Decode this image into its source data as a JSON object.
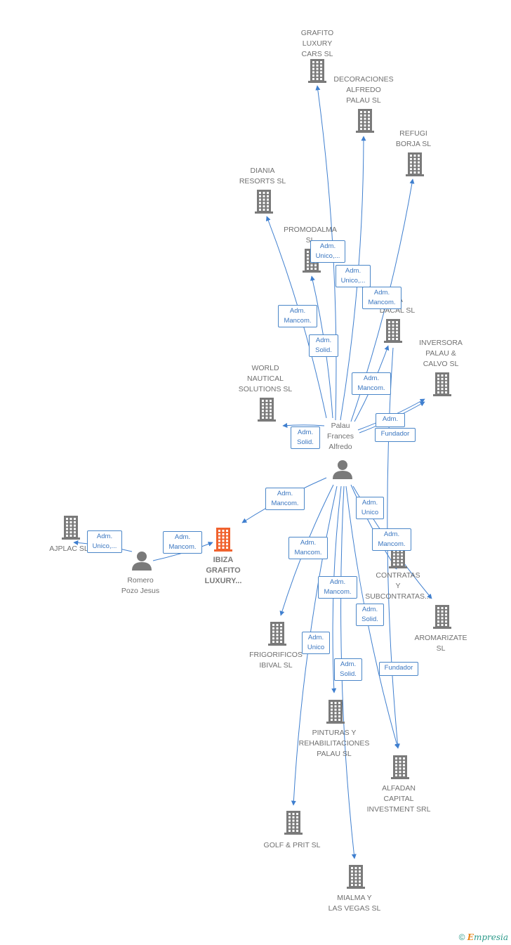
{
  "nodes": [
    {
      "id": "grafito",
      "label": "GRAFITO\nLUXURY\nCARS  SL",
      "type": "company"
    },
    {
      "id": "decoraciones",
      "label": "DECORACIONES\nALFREDO\nPALAU SL",
      "type": "company"
    },
    {
      "id": "refugi",
      "label": "REFUGI\nBORJA  SL",
      "type": "company"
    },
    {
      "id": "diania",
      "label": "DIANIA\nRESORTS  SL",
      "type": "company"
    },
    {
      "id": "promodalma",
      "label": "PROMODALMA\nSL",
      "type": "company"
    },
    {
      "id": "dacal",
      "label": "...A\nDACAL SL",
      "type": "company"
    },
    {
      "id": "inversora",
      "label": "INVERSORA\nPALAU &\nCALVO  SL",
      "type": "company"
    },
    {
      "id": "world",
      "label": "WORLD\nNAUTICAL\nSOLUTIONS  SL",
      "type": "company"
    },
    {
      "id": "palau",
      "label": "Palau\nFrances\nAlfredo",
      "type": "person"
    },
    {
      "id": "ajplac",
      "label": "AJPLAC  SL",
      "type": "company"
    },
    {
      "id": "romero",
      "label": "Romero\nPozo Jesus",
      "type": "person"
    },
    {
      "id": "ibiza",
      "label": "IBIZA\nGRAFITO\nLUXURY...",
      "type": "focus"
    },
    {
      "id": "contratas",
      "label": "CONTRATAS\nY\nSUBCONTRATAS...",
      "type": "company"
    },
    {
      "id": "aromarizate",
      "label": "AROMARIZATE\nSL",
      "type": "company"
    },
    {
      "id": "frigorificos",
      "label": "FRIGORIFICOS\nIBIVAL  SL",
      "type": "company"
    },
    {
      "id": "pinturas",
      "label": "PINTURAS Y\nREHABILITACIONES\nPALAU  SL",
      "type": "company"
    },
    {
      "id": "alfadan",
      "label": "ALFADAN\nCAPITAL\nINVESTMENT SRL",
      "type": "company"
    },
    {
      "id": "golf",
      "label": "GOLF & PRIT SL",
      "type": "company"
    },
    {
      "id": "mialma",
      "label": "MIALMA Y\nLAS VEGAS  SL",
      "type": "company"
    }
  ],
  "relations": [
    {
      "from": "palau",
      "to": "grafito",
      "label": "Adm.\nUnico,..."
    },
    {
      "from": "palau",
      "to": "decoraciones",
      "label": "Adm.\nUnico,..."
    },
    {
      "from": "palau",
      "to": "refugi",
      "label": "Adm.\nMancom."
    },
    {
      "from": "palau",
      "to": "diania",
      "label": "Adm.\nMancom."
    },
    {
      "from": "palau",
      "to": "promodalma",
      "label": "Adm.\nSolid."
    },
    {
      "from": "palau",
      "to": "dacal",
      "label": "Adm.\nMancom."
    },
    {
      "from": "palau",
      "to": "inversora",
      "label": "Adm."
    },
    {
      "from": "palau",
      "to": "inversora",
      "label": "Fundador"
    },
    {
      "from": "palau",
      "to": "world",
      "label": "Adm.\nSolid."
    },
    {
      "from": "palau",
      "to": "ibiza",
      "label": "Adm.\nMancom."
    },
    {
      "from": "romero",
      "to": "ajplac",
      "label": "Adm.\nUnico,..."
    },
    {
      "from": "romero",
      "to": "ibiza",
      "label": "Adm.\nMancom."
    },
    {
      "from": "palau",
      "to": "contratas",
      "label": "Adm.\nUnico"
    },
    {
      "from": "palau",
      "to": "aromarizate",
      "label": "Adm.\nMancom."
    },
    {
      "from": "palau",
      "to": "frigorificos",
      "label": "Adm.\nMancom."
    },
    {
      "from": "palau",
      "to": "pinturas",
      "label": "Adm.\nMancom."
    },
    {
      "from": "palau",
      "to": "alfadan",
      "label": "Adm.\nSolid."
    },
    {
      "from": "palau",
      "to": "golf",
      "label": "Adm.\nUnico"
    },
    {
      "from": "palau",
      "to": "mialma",
      "label": "Adm.\nSolid."
    },
    {
      "from": "palau",
      "to": "alfadan",
      "label": "Fundador"
    }
  ],
  "footer": {
    "copyright": "©",
    "brand_initial": "E",
    "brand_rest": "mpresia"
  },
  "colors": {
    "edge": "#3f7fcf",
    "company_icon": "#7a7a7a",
    "focus_icon": "#f0622e",
    "person_icon": "#7a7a7a"
  }
}
